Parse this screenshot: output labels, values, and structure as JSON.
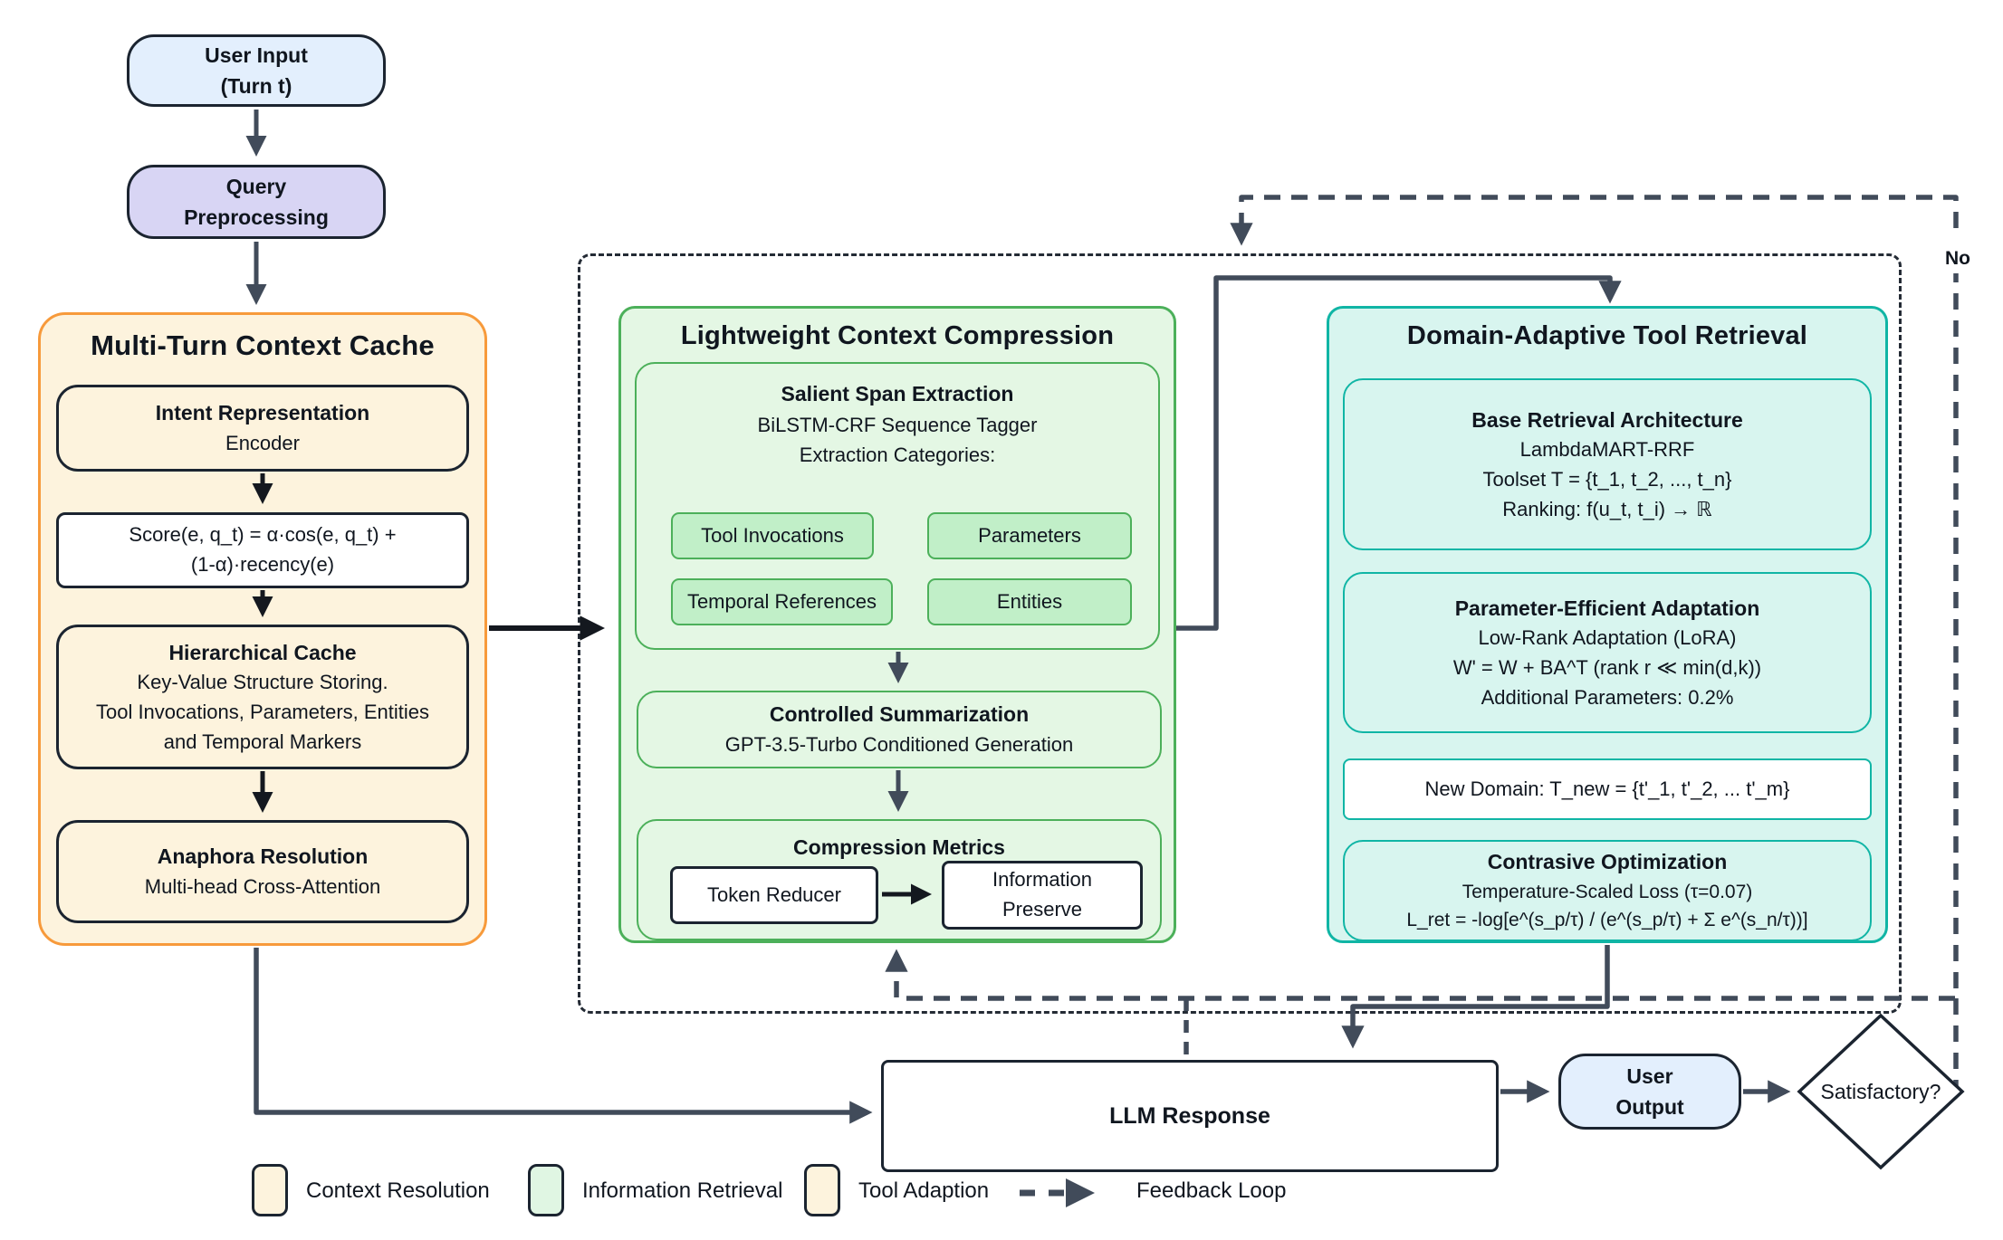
{
  "flow": {
    "user_input": "User Input\n(Turn t)",
    "query_preprocessing": "Query\nPreprocessing"
  },
  "cache": {
    "title": "Multi-Turn Context Cache",
    "intent": {
      "title": "Intent Representation",
      "body": "Encoder"
    },
    "score": {
      "text": "Score(e, q_t) = α·cos(e, q_t) +\n(1-α)·recency(e)"
    },
    "hierarchical": {
      "title": "Hierarchical Cache",
      "body": "Key-Value Structure Storing.\nTool Invocations, Parameters, Entities\nand Temporal Markers"
    },
    "anaphora": {
      "title": "Anaphora Resolution",
      "body": "Multi-head Cross-Attention"
    }
  },
  "compression": {
    "title": "Lightweight Context Compression",
    "salient": {
      "title": "Salient Span Extraction",
      "body": "BiLSTM-CRF Sequence Tagger\nExtraction Categories:",
      "chips": [
        "Tool Invocations",
        "Parameters",
        "Temporal References",
        "Entities"
      ]
    },
    "controlled": {
      "title": "Controlled Summarization",
      "body": "GPT-3.5-Turbo Conditioned Generation"
    },
    "metrics": {
      "title": "Compression Metrics",
      "token": "Token Reducer",
      "preserve": "Information\nPreserve"
    }
  },
  "retrieval": {
    "title": "Domain-Adaptive Tool Retrieval",
    "base": {
      "title": "Base Retrieval Architecture",
      "body": "LambdaMART-RRF\nToolset T = {t_1, t_2, ..., t_n}\nRanking: f(u_t, t_i) → ℝ"
    },
    "param": {
      "title": "Parameter-Efficient Adaptation",
      "body": "Low-Rank Adaptation (LoRA)\nW' = W + BA^T (rank r ≪ min(d,k))\nAdditional Parameters: 0.2%"
    },
    "new_domain": {
      "text": "New Domain: T_new = {t'_1, t'_2, ... t'_m}"
    },
    "contrastive": {
      "title": "Contrasive Optimization",
      "body": "Temperature-Scaled Loss (τ=0.07)\nL_ret = -log[e^(s_p/τ) / (e^(s_p/τ) + Σ e^(s_n/τ))]"
    }
  },
  "output": {
    "llm": "LLM Response",
    "user": "User\nOutput",
    "decision": "Satisfactory?",
    "no_label": "No"
  },
  "legend": {
    "items": [
      "Context Resolution",
      "Information Retrieval",
      "Tool Adaption"
    ],
    "feedback": "Feedback Loop"
  },
  "colors": {
    "node_blue": "#e3effd",
    "node_lavender": "#d8d5f4",
    "cream_fill": "#fdf3dd",
    "orange_border": "#f79a3b",
    "green_fill": "#e4f7e4",
    "green_border": "#4cb05a",
    "green_chip": "#c1efc8",
    "teal_fill": "#d8f5ef",
    "teal_border": "#10b5a5",
    "dark_border": "#1b2430",
    "connector_slate": "#414b5a",
    "connector_black": "#14181f"
  }
}
